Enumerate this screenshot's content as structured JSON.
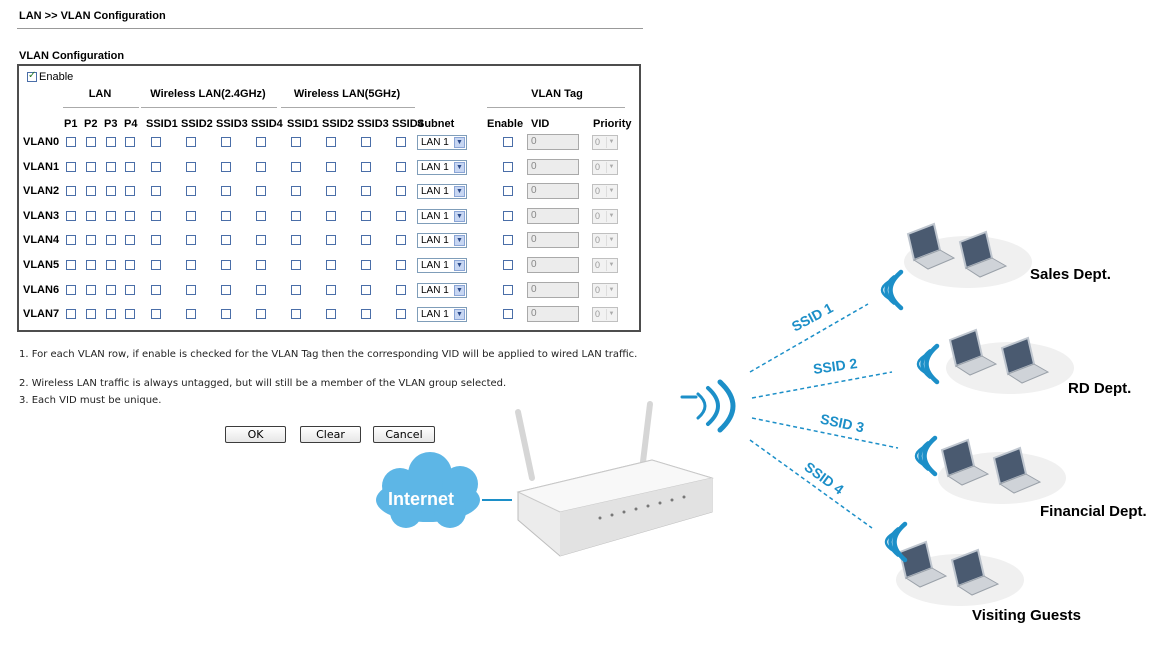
{
  "breadcrumb": "LAN >> VLAN Configuration",
  "panel": {
    "title": "VLAN Configuration",
    "enable_label": "Enable",
    "enable_checked": true,
    "group_headers": {
      "lan": "LAN",
      "wlan24": "Wireless LAN(2.4GHz)",
      "wlan5": "Wireless LAN(5GHz)",
      "vlan_tag": "VLAN Tag"
    },
    "columns": [
      "P1",
      "P2",
      "P3",
      "P4",
      "SSID1",
      "SSID2",
      "SSID3",
      "SSID4",
      "SSID1",
      "SSID2",
      "SSID3",
      "SSID4",
      "Subnet",
      "Enable",
      "VID",
      "Priority"
    ],
    "rows": [
      {
        "name": "VLAN0",
        "subnet": "LAN 1",
        "vid": "0",
        "priority": "0"
      },
      {
        "name": "VLAN1",
        "subnet": "LAN 1",
        "vid": "0",
        "priority": "0"
      },
      {
        "name": "VLAN2",
        "subnet": "LAN 1",
        "vid": "0",
        "priority": "0"
      },
      {
        "name": "VLAN3",
        "subnet": "LAN 1",
        "vid": "0",
        "priority": "0"
      },
      {
        "name": "VLAN4",
        "subnet": "LAN 1",
        "vid": "0",
        "priority": "0"
      },
      {
        "name": "VLAN5",
        "subnet": "LAN 1",
        "vid": "0",
        "priority": "0"
      },
      {
        "name": "VLAN6",
        "subnet": "LAN 1",
        "vid": "0",
        "priority": "0"
      },
      {
        "name": "VLAN7",
        "subnet": "LAN 1",
        "vid": "0",
        "priority": "0"
      }
    ]
  },
  "notes": [
    "1. For each VLAN row, if enable is checked for the VLAN Tag then the corresponding VID will be applied to wired LAN traffic.",
    "2. Wireless LAN traffic is always untagged, but will still be a member of the VLAN group selected.",
    "3. Each VID must be unique."
  ],
  "buttons": {
    "ok": "OK",
    "clear": "Clear",
    "cancel": "Cancel"
  },
  "diagram": {
    "internet_label": "Internet",
    "ssids": [
      "SSID 1",
      "SSID 2",
      "SSID 3",
      "SSID 4"
    ],
    "departments": [
      "Sales Dept.",
      "RD Dept.",
      "Financial Dept.",
      "Visiting Guests"
    ],
    "colors": {
      "accent": "#1c8fc8",
      "cloud": "#5db6e6"
    }
  }
}
